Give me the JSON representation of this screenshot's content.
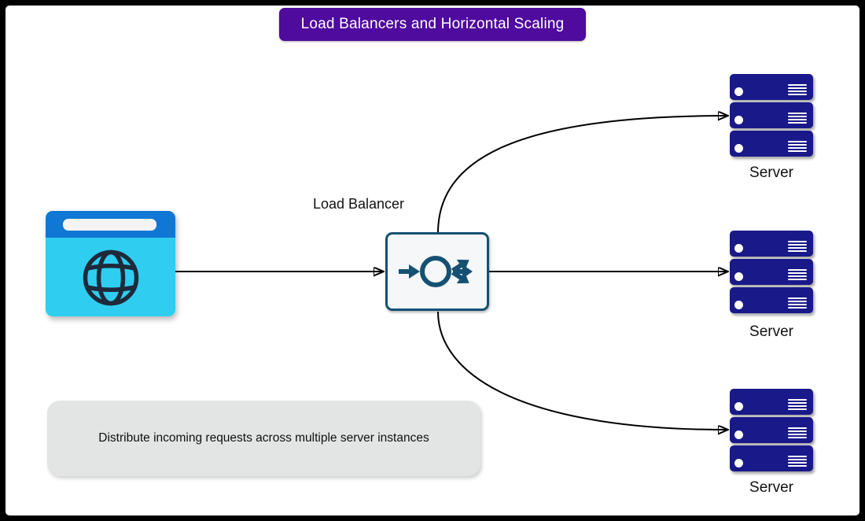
{
  "title": "Load Balancers and Horizontal Scaling",
  "labels": {
    "load_balancer": "Load Balancer"
  },
  "servers": [
    "Server",
    "Server",
    "Server"
  ],
  "note": "Distribute incoming requests across multiple server instances",
  "colors": {
    "banner_bg": "#4F0A9E",
    "banner_fg": "#FFFFFF",
    "server_fill": "#19198A",
    "lb_stroke": "#155173",
    "lb_fill": "#F5F7F8",
    "browser_header": "#1077D4",
    "browser_body": "#2FCDF0",
    "browser_addressbar": "#F3F3F3",
    "globe_stroke": "#1E2A3A",
    "note_bg": "#E3E4E4",
    "note_fg": "#111111",
    "connector": "#000000",
    "label_fg": "#111111"
  },
  "icons": {
    "client": "browser-globe-icon",
    "load_balancer": "load-balancer-fanout-icon",
    "server": "server-rack-unit-icon",
    "connector_head": "arrowhead-icon"
  }
}
